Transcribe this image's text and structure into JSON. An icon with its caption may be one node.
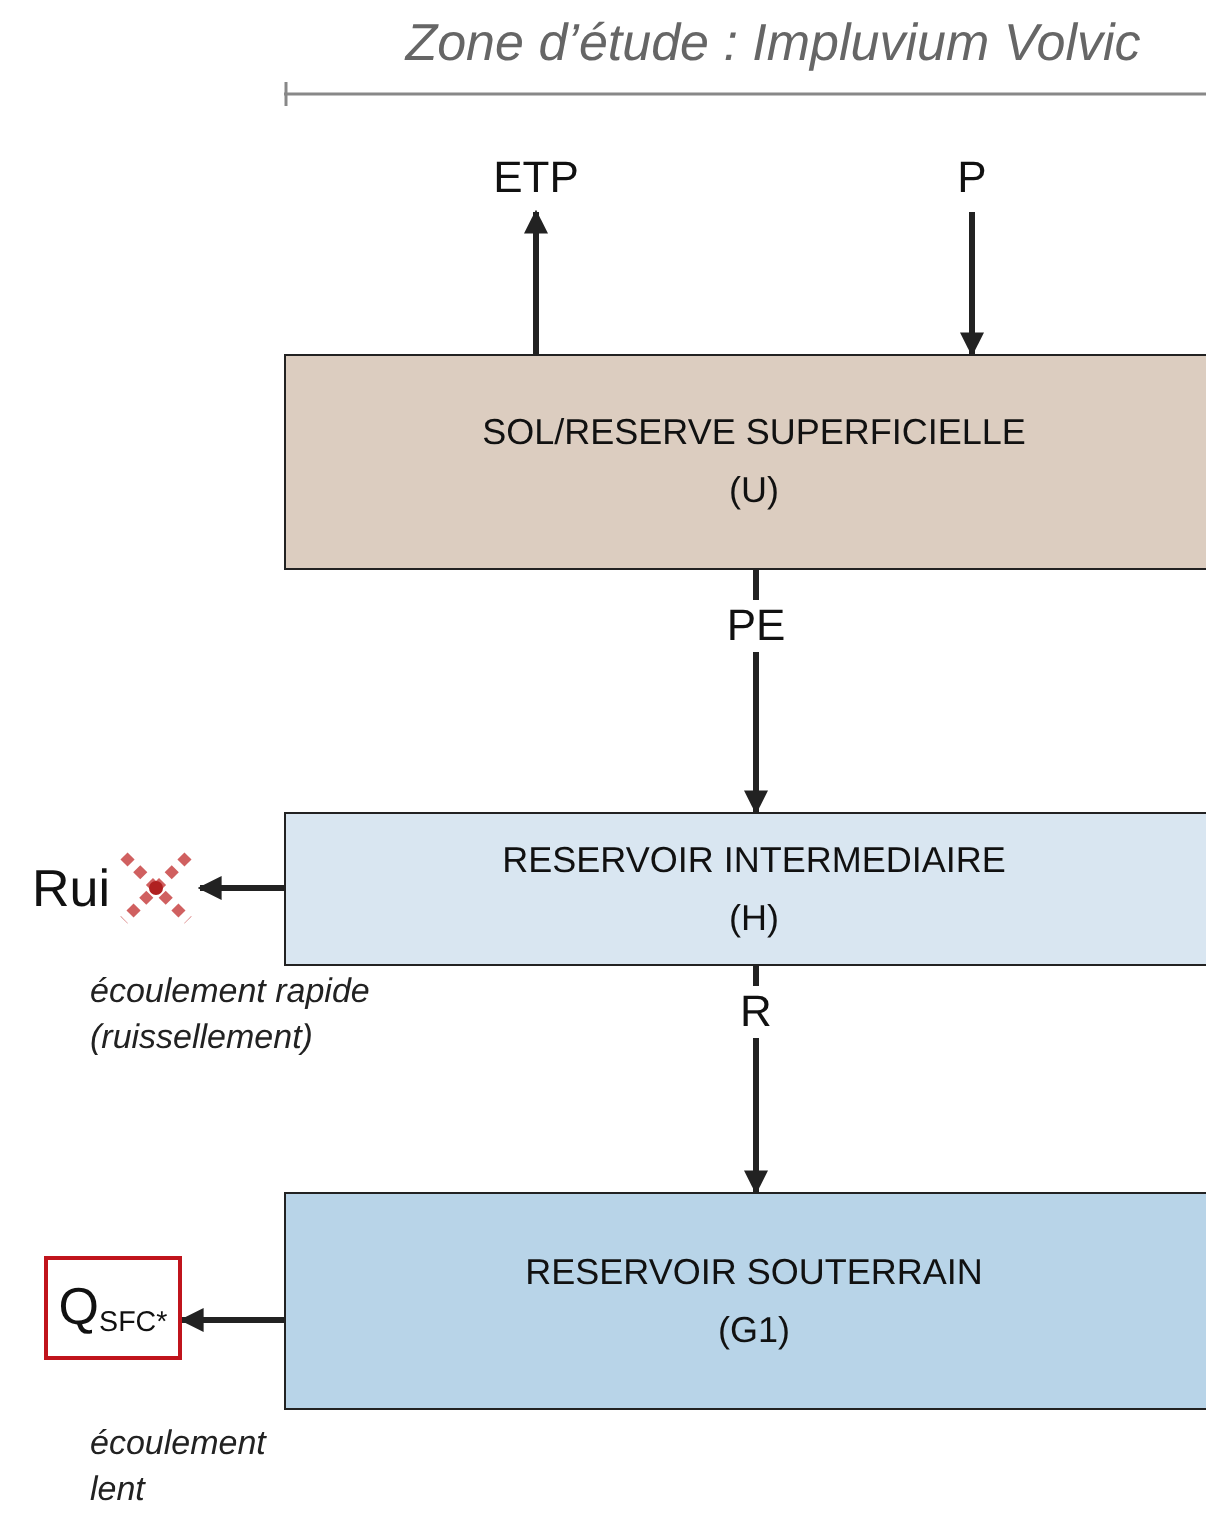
{
  "diagram": {
    "title": "Zone d’étude : Impluvium Volvic",
    "nodes": [
      {
        "text": [
          "SOL/RESERVE SUPERFICIELLE",
          "(U)"
        ]
      },
      {
        "text": [
          "RESERVOIR INTERMEDIAIRE",
          "(H)"
        ]
      },
      {
        "text": [
          "RESERVOIR SOUTERRAIN",
          "(G1)"
        ]
      },
      {
        "text": [
          "ETP"
        ]
      },
      {
        "text": [
          "P"
        ]
      },
      {
        "text": [
          "Rui"
        ]
      },
      {
        "text": [
          "Q$_{SFC*}$"
        ]
      }
    ],
    "labels": [
      "écoulement rapide (ruissellement)",
      "écoulement lent"
    ],
    "edges": [
      {
        "from": 0,
        "to": 3,
        "arrow": "to"
      },
      {
        "from": 4,
        "to": 0,
        "arrow": "to"
      },
      {
        "from": 0,
        "to": 1,
        "arrow": "to",
        "label": "PE"
      },
      {
        "from": 1,
        "to": 2,
        "arrow": "to",
        "label": "R"
      },
      {
        "from": 1,
        "to": 5,
        "arrow": "to"
      },
      {
        "from": 2,
        "to": 6,
        "arrow": "to"
      }
    ]
  }
}
